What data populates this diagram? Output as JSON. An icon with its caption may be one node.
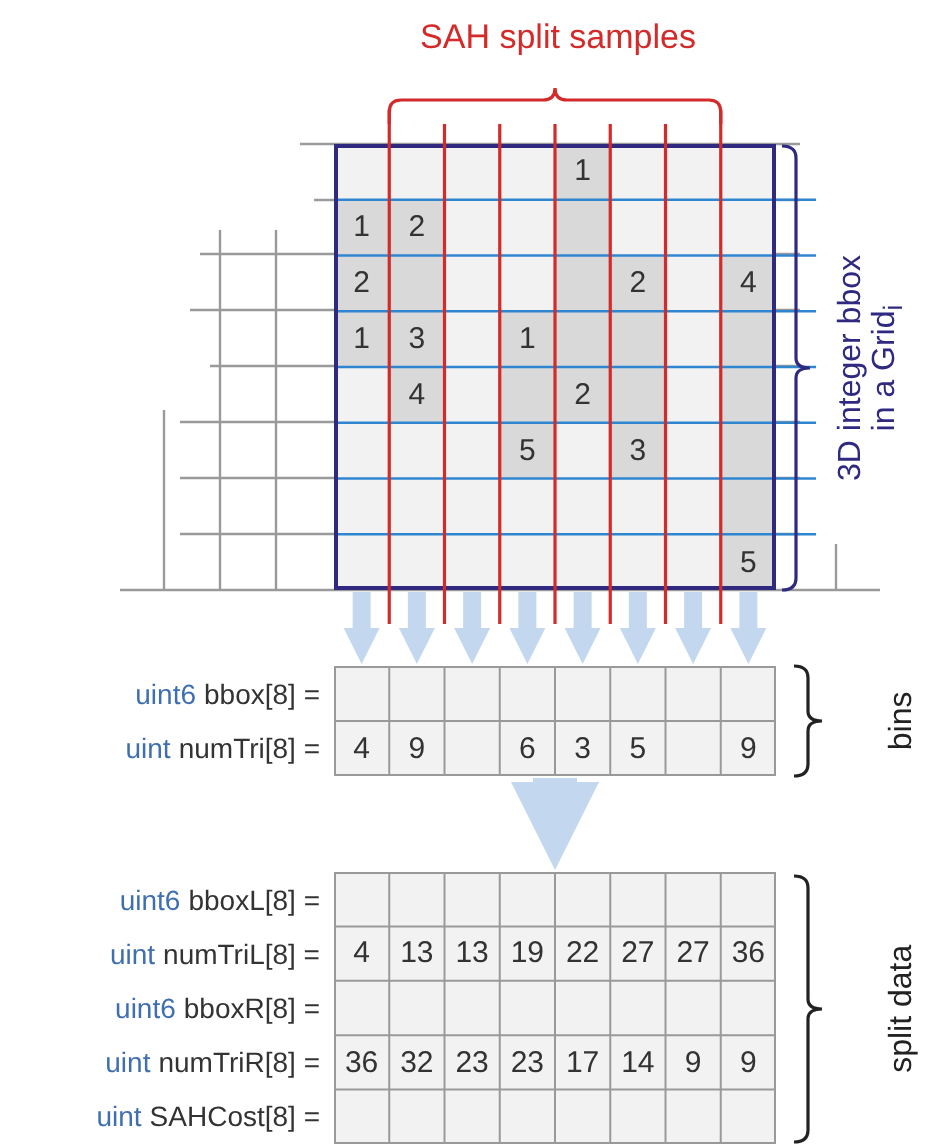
{
  "diagram": {
    "nodes": [
      {
        "text": [],
        "shape": "box"
      },
      {
        "text": [],
        "shape": "box"
      },
      {
        "text": [],
        "shape": "box"
      }
    ],
    "edges": [
      {
        "from": 0,
        "to": 1,
        "arrow": "to"
      },
      {
        "from": 0,
        "to": 1,
        "arrow": "to"
      },
      {
        "from": 0,
        "to": 1,
        "arrow": "to"
      },
      {
        "from": 0,
        "to": 1,
        "arrow": "to"
      },
      {
        "from": 0,
        "to": 1,
        "arrow": "to"
      },
      {
        "from": 0,
        "to": 1,
        "arrow": "to"
      },
      {
        "from": 0,
        "to": 1,
        "arrow": "to"
      },
      {
        "from": 0,
        "to": 1,
        "arrow": "to"
      },
      {
        "from": 1,
        "to": 2,
        "arrow": "to",
        "style": "thick"
      }
    ],
    "labels": [
      "SAH split samples",
      "1",
      "1",
      "2",
      "2",
      "2",
      "4",
      "1",
      "3",
      "1",
      "4",
      "2",
      "5",
      "3",
      "5",
      "3D integer bbox in a Grid$_{i}$",
      "uint6",
      "bbox[8] =",
      "uint",
      "numTri[8] =",
      "4",
      "9",
      "6",
      "3",
      "5",
      "9",
      "bins",
      "uint6",
      "bboxL[8] =",
      "uint",
      "numTriL[8] =",
      "4",
      "13",
      "13",
      "19",
      "22",
      "27",
      "27",
      "36",
      "uint6",
      "bboxR[8] =",
      "uint",
      "numTriR[8] =",
      "36",
      "32",
      "23",
      "23",
      "17",
      "14",
      "9",
      "9",
      "uint",
      "SAHCost[8] =",
      "split data"
    ]
  }
}
